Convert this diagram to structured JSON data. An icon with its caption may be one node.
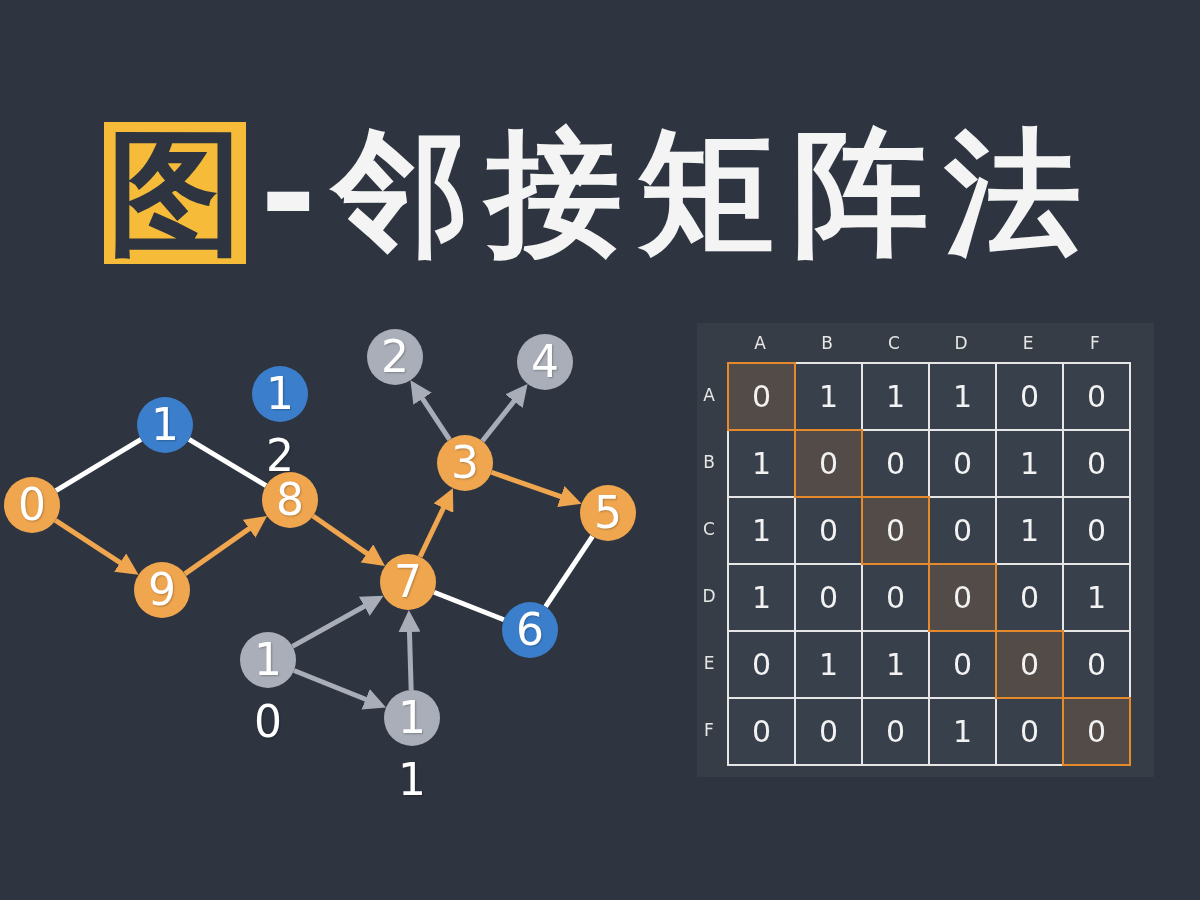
{
  "diagram": {
    "title": "图-邻接矩阵法",
    "nodes": [
      {
        "text": [
          "0"
        ]
      },
      {
        "text": [
          "1"
        ]
      },
      {
        "text": [
          "2"
        ]
      },
      {
        "text": [
          "3"
        ]
      },
      {
        "text": [
          "4"
        ]
      },
      {
        "text": [
          "5"
        ]
      },
      {
        "text": [
          "6"
        ]
      },
      {
        "text": [
          "7"
        ]
      },
      {
        "text": [
          "8"
        ]
      },
      {
        "text": [
          "9"
        ]
      },
      {
        "text": [
          "10"
        ]
      },
      {
        "text": [
          "11"
        ]
      },
      {
        "text": [
          "12"
        ]
      }
    ],
    "edges": [
      {
        "from": 0,
        "to": 1,
        "arrow": "none",
        "color": "#ffffff"
      },
      {
        "from": 1,
        "to": 8,
        "arrow": "none",
        "color": "#ffffff"
      },
      {
        "from": 0,
        "to": 9,
        "arrow": "to"
      },
      {
        "from": 9,
        "to": 8,
        "arrow": "to"
      },
      {
        "from": 8,
        "to": 7,
        "arrow": "to"
      },
      {
        "from": 7,
        "to": 3,
        "arrow": "to"
      },
      {
        "from": 3,
        "to": 5,
        "arrow": "to"
      },
      {
        "from": 3,
        "to": 2,
        "arrow": "to",
        "color": "#a8adb7"
      },
      {
        "from": 3,
        "to": 4,
        "arrow": "to",
        "color": "#a8adb7"
      },
      {
        "from": 10,
        "to": 7,
        "arrow": "to",
        "color": "#a8adb7"
      },
      {
        "from": 10,
        "to": 11,
        "arrow": "to",
        "color": "#a8adb7"
      },
      {
        "from": 11,
        "to": 7,
        "arrow": "to",
        "color": "#a8adb7"
      },
      {
        "from": 7,
        "to": 6,
        "arrow": "none",
        "color": "#ffffff"
      },
      {
        "from": 6,
        "to": 5,
        "arrow": "none",
        "color": "#ffffff"
      }
    ],
    "labels": [
      "A",
      "B",
      "C",
      "D",
      "E",
      "F",
      "A",
      "0",
      "1",
      "1",
      "1",
      "0",
      "0",
      "B",
      "1",
      "0",
      "0",
      "0",
      "1",
      "0",
      "C",
      "1",
      "0",
      "0",
      "0",
      "1",
      "0",
      "D",
      "1",
      "0",
      "0",
      "0",
      "0",
      "1",
      "E",
      "0",
      "1",
      "1",
      "0",
      "0",
      "0",
      "F",
      "0",
      "0",
      "0",
      "1",
      "0",
      "0"
    ]
  }
}
